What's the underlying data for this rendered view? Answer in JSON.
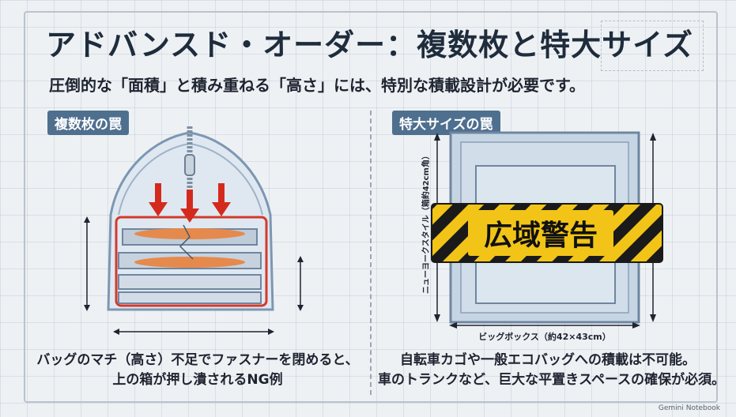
{
  "title": "アドバンスド・オーダー：複数枚と特大サイズ",
  "subtitle": "圧倒的な「面積」と積み重ねる「高さ」には、特別な積載設計が必要です。",
  "left_panel": {
    "label": "複数枚の罠",
    "caption_line1": "バッグのマチ（高さ）不足でファスナーを閉めると、",
    "caption_line2": "上の箱が押し潰されるNG例"
  },
  "right_panel": {
    "label": "特大サイズの罠",
    "warning_text": "広域警告",
    "vertical_label": "ニューヨークスタイル（箱約42cm角）",
    "horizontal_label": "ビッグボックス（約42×43cm）",
    "caption_line1": "自転車カゴや一般エコバッグへの積載は不可能。",
    "caption_line2": "車のトランクなど、巨大な平置きスペースの確保が必須。"
  },
  "watermark": "Gemini Notebook",
  "colors": {
    "title": "#1e2c3c",
    "badge": "#4f6f8f",
    "warning_yellow": "#f2c417",
    "arrow_red": "#d42a1e",
    "pizza": "#e58a4c"
  },
  "icons": [
    "down-arrow-icon",
    "warning-stripe-icon",
    "zipper-icon"
  ]
}
